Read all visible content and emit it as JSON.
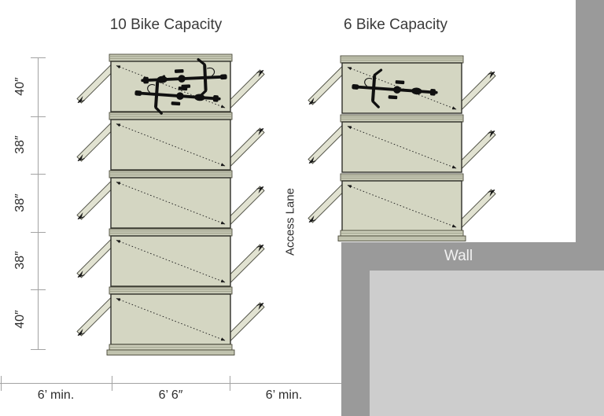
{
  "titles": {
    "left_group": "10 Bike Capacity",
    "right_group": "6 Bike Capacity"
  },
  "labels": {
    "access_lane": "Access Lane",
    "wall": "Wall"
  },
  "left_dimensions": {
    "values": [
      "40″",
      "38″",
      "38″",
      "38″",
      "40″"
    ]
  },
  "bottom_dimensions": {
    "values": [
      "6’ min.",
      "6’ 6″",
      "6’ min."
    ]
  },
  "groups": [
    {
      "title": "10 Bike Capacity",
      "capacity": 10,
      "rack_modules": 5,
      "bikes_drawn": 2
    },
    {
      "title": "6 Bike Capacity",
      "capacity": 6,
      "rack_modules": 3,
      "bikes_drawn": 1
    }
  ],
  "colors": {
    "rack_fill": "#d4d6c2",
    "rack_border": "#2e2f28",
    "lip_fill": "#c7c9b5",
    "ramp_fill": "#e1e2d1",
    "wall": "#9a9a9a",
    "floor": "#cdcdcd",
    "bike": "#101010",
    "dimension_line": "#a3a3a3",
    "text": "#3a3a3a",
    "wall_text": "#f2f2f2"
  }
}
